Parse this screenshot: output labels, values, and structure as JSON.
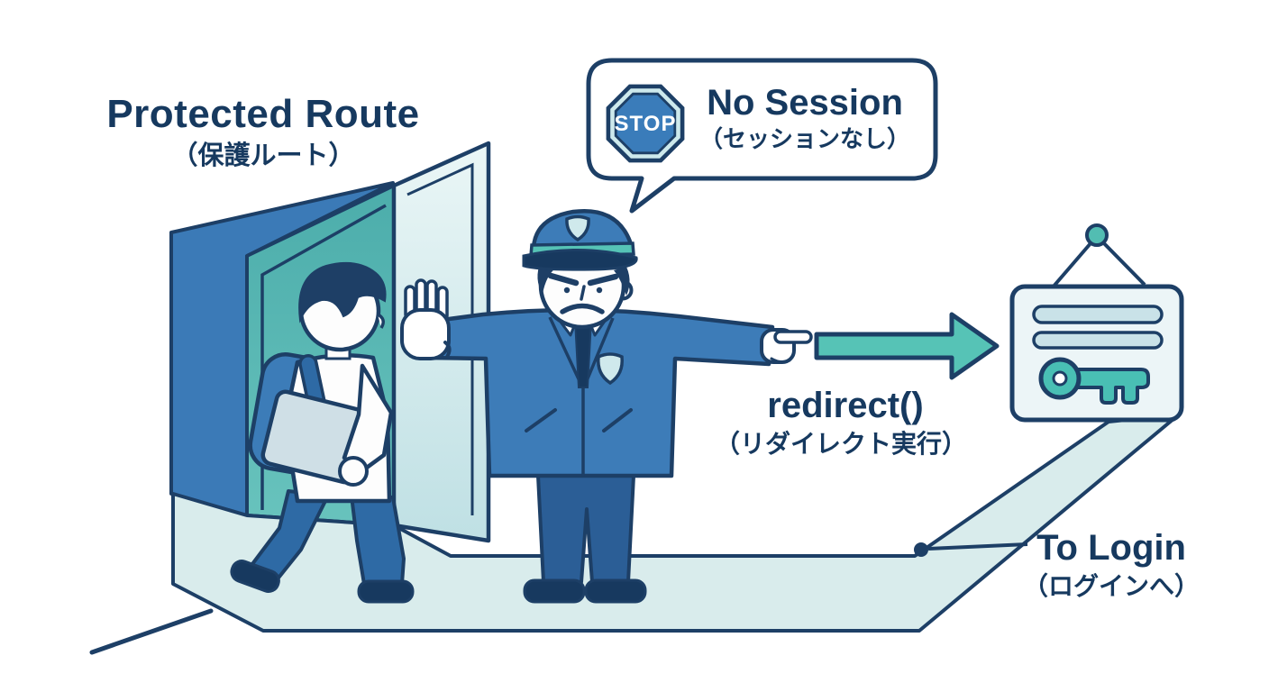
{
  "scene": {
    "title": {
      "en": "Protected Route",
      "ja": "（保護ルート）"
    },
    "speech_bubble": {
      "stop_sign": "STOP",
      "en": "No Session",
      "ja": "（セッションなし）"
    },
    "redirect_label": {
      "en": "redirect()",
      "ja": "（リダイレクト実行）"
    },
    "to_login_label": {
      "en": "To Login",
      "ja": "（ログインへ）"
    }
  },
  "colors": {
    "outline_navy": "#1d3f66",
    "text_navy": "#16395f",
    "wall_blue": "#3b7ab7",
    "doorway_teal": "#53b4af",
    "door_panel_light": "#d9eef0",
    "uniform_blue": "#3d7cb8",
    "pants_blue": "#2b5e96",
    "person_pants_blue": "#2e6aa5",
    "path_teal": "#d9ecec",
    "arrow_teal": "#56c3b6",
    "key_teal": "#49bfb4",
    "stop_sign_blue": "#3a7cba",
    "stop_ring_pale": "#cde9ec",
    "sign_fill": "#ecf5f7",
    "sign_bar_fill": "#c9e2e8",
    "badge_pale": "#cfe9ec",
    "laptop_gray": "#cfdfe6"
  },
  "icons": {
    "stop-sign-icon": "octagon stop sign",
    "key-icon": "key",
    "arrow-right-icon": "thick right arrow",
    "hanging-sign-icon": "hanging signboard",
    "door-icon": "open door",
    "guard-figure": "security guard blocking",
    "visitor-figure": "person walking with backpack",
    "stop-hand-icon": "open palm stop gesture",
    "pointing-hand-icon": "pointing finger",
    "callout-dot-icon": "callout marker dot"
  }
}
